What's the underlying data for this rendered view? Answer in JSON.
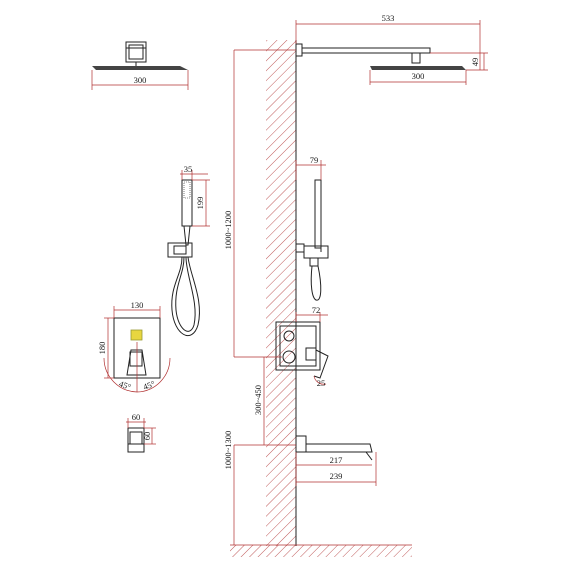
{
  "colors": {
    "dimension": "#b03030",
    "outline": "#222222",
    "background": "#ffffff",
    "indicator": "#e8d640"
  },
  "labels": {
    "top_arm": "533",
    "right_head_h": "49",
    "right_head_w": "300",
    "left_head_w": "300",
    "shower_height": "1000~1200",
    "handshower_w": "35",
    "handshower_h": "199",
    "bracket_w": "79",
    "panel_w": "130",
    "panel_h": "180",
    "angle_left": "45°",
    "angle_right": "45°",
    "valve_w": "72",
    "valve_drop": "300~450",
    "handle_r": "25",
    "spout_height": "1000~1300",
    "small_w": "60",
    "small_h": "60",
    "spout_inner": "217",
    "spout_outer": "239"
  }
}
